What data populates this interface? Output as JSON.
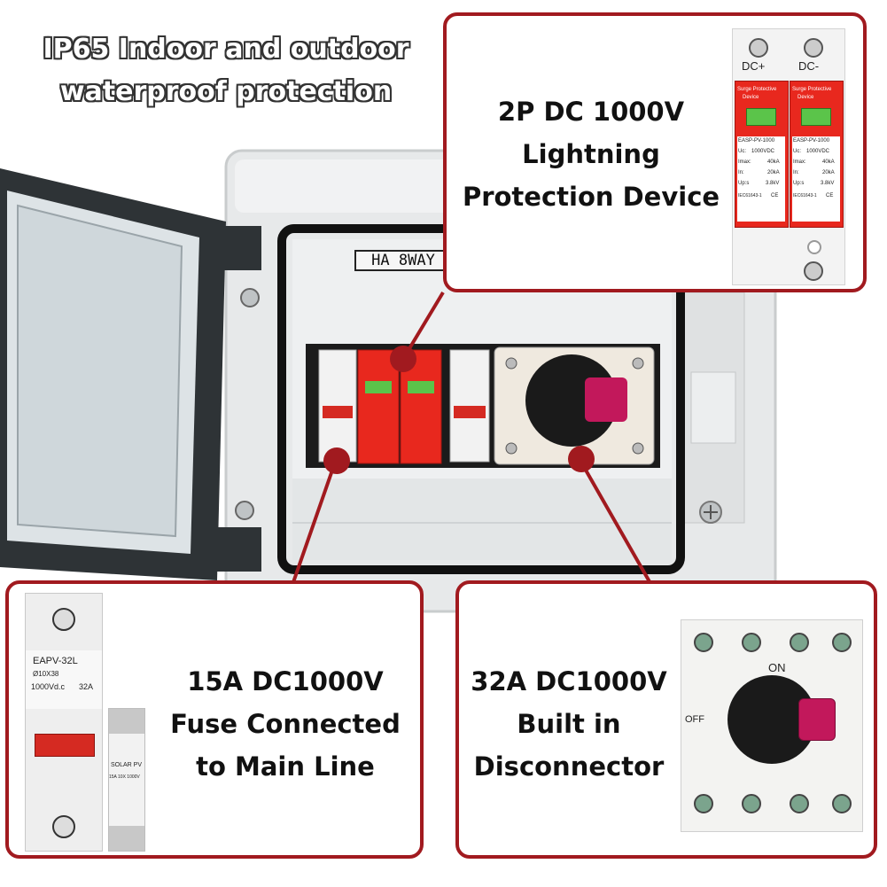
{
  "headline": {
    "line1": "IP65 Indoor and outdoor",
    "line2": "waterproof protection"
  },
  "panel": {
    "label": "HA 8WAY"
  },
  "callouts": {
    "lightning": {
      "line1": "2P DC 1000V",
      "line2": "Lightning",
      "line3": "Protection Device",
      "spd": {
        "pole_left": "DC+",
        "pole_right": "DC-",
        "title_line1": "Surge Protective",
        "title_line2": "Device",
        "model": "EASP-PV-1000",
        "uc_label": "Uc:",
        "uc_value": "1000VDC",
        "imax_label": "Imax:",
        "imax_value": "40kA",
        "in_label": "In:",
        "in_value": "20kA",
        "up_label": "Up:s",
        "up_value": "3.8kV",
        "standard": "IEC61643-1",
        "mark": "CE"
      }
    },
    "fuse": {
      "line1": "15A DC1000V",
      "line2": "Fuse Connected",
      "line3": "to Main Line",
      "holder_model": "EAPV-32L",
      "holder_size": "Ø10X38",
      "holder_rating_v": "1000Vd.c",
      "holder_rating_a": "32A",
      "cartridge_line1": "SOLAR PV",
      "cartridge_line2": "15A 10X 1000V"
    },
    "disconnector": {
      "line1": "32A DC1000V",
      "line2": "Built in",
      "line3": "Disconnector",
      "on_label": "ON",
      "off_label": "OFF"
    }
  },
  "colors": {
    "callout_border": "#a11a1f",
    "spd_red": "#e8281e",
    "handle_pink": "#c2185b",
    "enclosure_grey": "#e7e9ea"
  }
}
